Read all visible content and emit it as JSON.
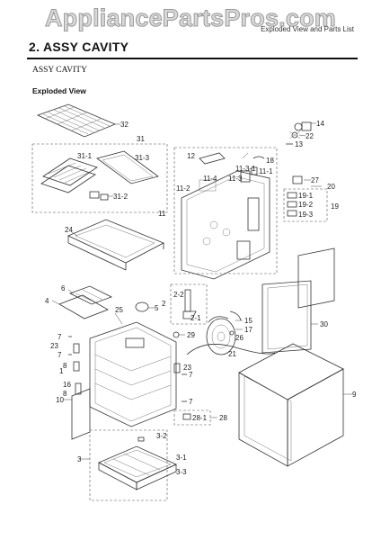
{
  "watermark": "AppliancePartsPros.com",
  "header_note": "Exploded View and Parts List",
  "section_title": "2. ASSY CAVITY",
  "subtitle": "ASSY CAVITY",
  "view_label": "Exploded View",
  "callouts": {
    "c32": "32",
    "c31": "31",
    "c31_1": "31-1",
    "c31_3": "31-3",
    "c31_2": "31-2",
    "c14": "14",
    "c22": "22",
    "c13": "13",
    "c12": "12",
    "c18": "18",
    "c11_3_1": "11-3-1",
    "c11_1": "11-1",
    "c11_4": "11-4",
    "c11_3": "11-3",
    "c11_2": "11-2",
    "c11": "11",
    "c27": "27",
    "c20": "20",
    "c19_1": "19-1",
    "c19_2": "19-2",
    "c19_3": "19-3",
    "c19": "19",
    "c24": "24",
    "c6": "6",
    "c4": "4",
    "c5": "5",
    "c2": "2",
    "c2_2": "2-2",
    "c2_1": "2-1",
    "c15": "15",
    "c26": "26",
    "c17": "17",
    "c30": "30",
    "c29": "29",
    "c21": "21",
    "c25": "25",
    "c7a": "7",
    "c23a": "23",
    "c7b": "7",
    "c8a": "8",
    "c1": "1",
    "c23b": "23",
    "c7c": "7",
    "c16": "16",
    "c8b": "8",
    "c10": "10",
    "c7d": "7",
    "c9": "9",
    "c28_1": "28-1",
    "c28": "28",
    "c3_2": "3-2",
    "c3": "3",
    "c3_1": "3-1",
    "c3_3": "3-3"
  }
}
